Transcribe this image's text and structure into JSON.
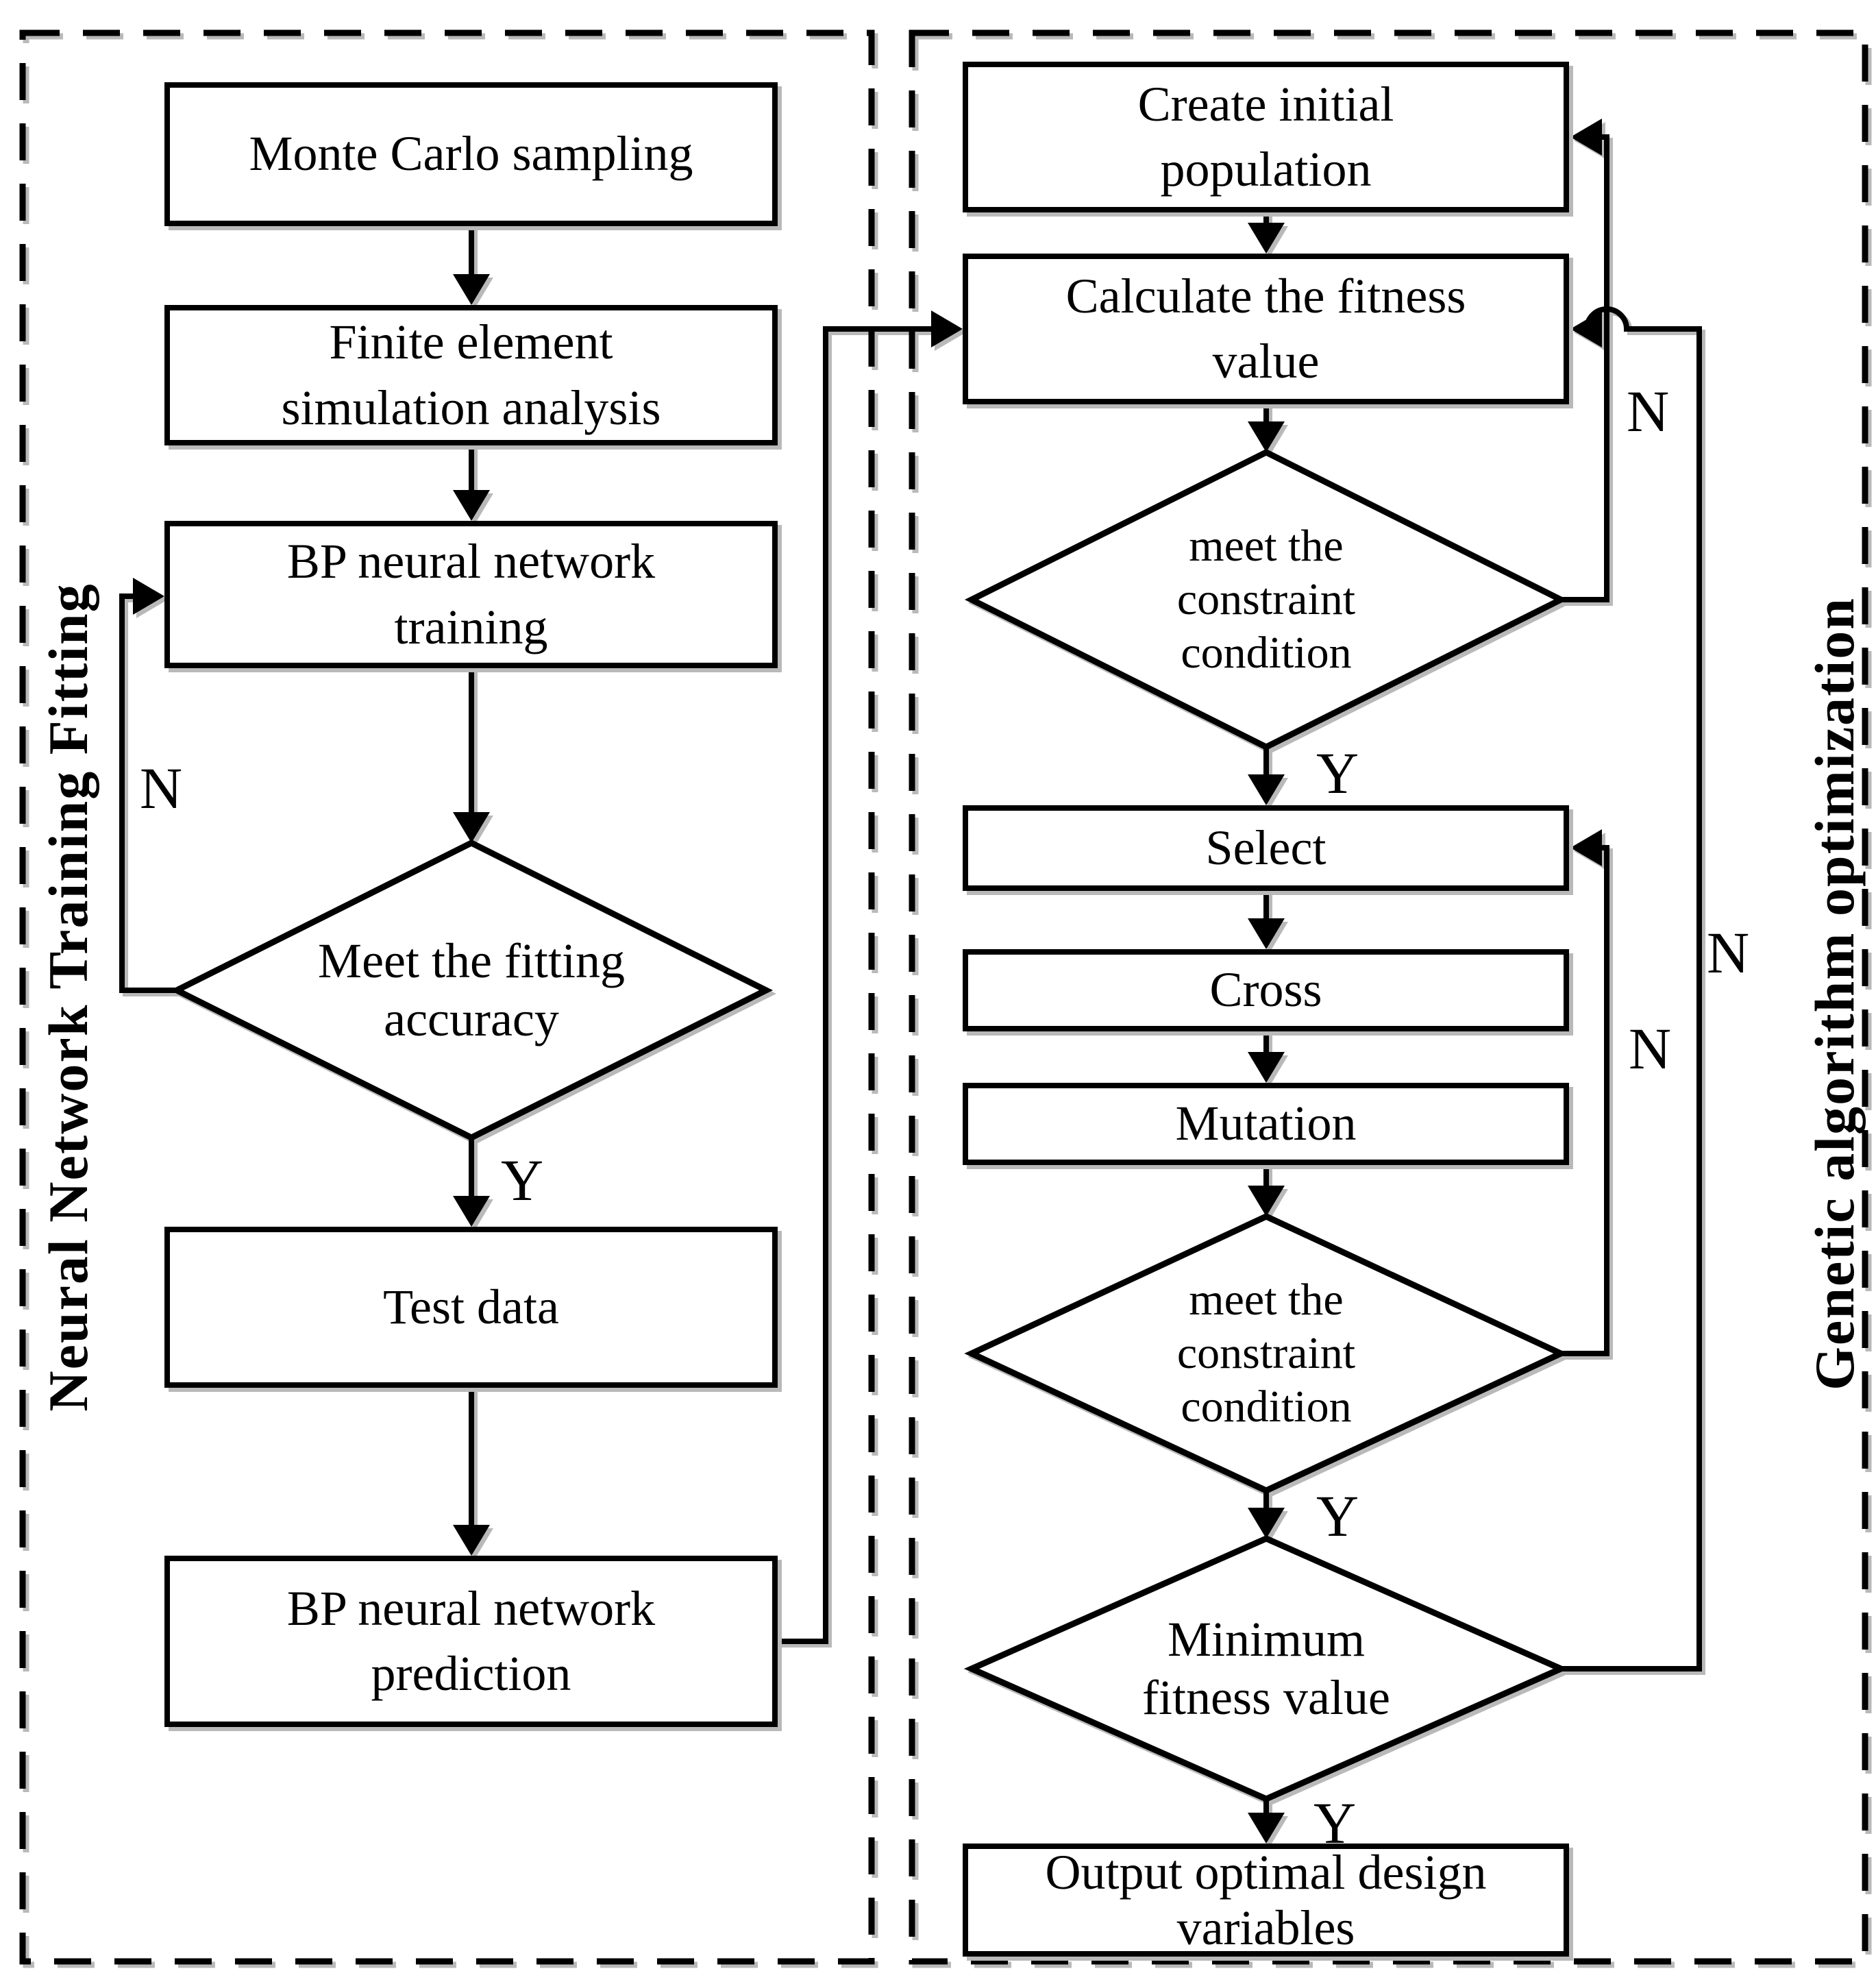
{
  "left_panel": {
    "section_label": "Neural Network Training Fitting",
    "nodes": {
      "monte_carlo": "Monte Carlo sampling",
      "finite_element": "Finite element\nsimulation analysis",
      "bp_training": "BP neural network\ntraining",
      "fitting_accuracy": "Meet the fitting\naccuracy",
      "test_data": "Test data",
      "bp_prediction": "BP neural network\nprediction"
    },
    "edge_labels": {
      "fitting_no": "N",
      "fitting_yes": "Y"
    }
  },
  "right_panel": {
    "section_label": "Genetic algorithm optimization",
    "nodes": {
      "create_population": "Create initial\npopulation",
      "calculate_fitness": "Calculate the fitness\nvalue",
      "constraint_condition_1": "meet the\nconstraint\ncondition",
      "select": "Select",
      "cross": "Cross",
      "mutation": "Mutation",
      "constraint_condition_2": "meet the\nconstraint\ncondition",
      "minimum_fitness": "Minimum\nfitness value",
      "output_variables": "Output optimal design\nvariables"
    },
    "edge_labels": {
      "constraint1_no": "N",
      "constraint1_yes": "Y",
      "constraint2_no": "N",
      "constraint2_yes": "Y",
      "minimum_no": "N",
      "minimum_yes": "Y"
    }
  },
  "colors": {
    "line": "#000000",
    "shadow": "#b9b9b9",
    "background": "#ffffff"
  }
}
